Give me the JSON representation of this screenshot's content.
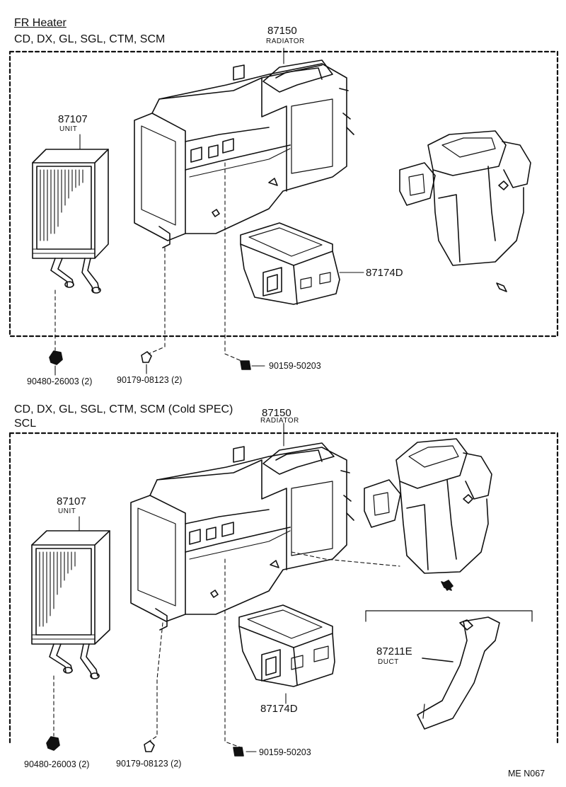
{
  "section1": {
    "title": "FR  Heater",
    "variants": "CD, DX, GL, SGL, CTM, SCM",
    "radiator_num": "87150",
    "radiator_label": "RADIATOR",
    "unit_num": "87107",
    "unit_label": "UNIT",
    "case_num": "87174D",
    "part_a": "90480-26003 (2)",
    "part_b": "90179-08123 (2)",
    "part_c": "90159-50203"
  },
  "section2": {
    "variants_line1": "CD, DX, GL, SGL, CTM, SCM (Cold SPEC)",
    "variants_line2": "SCL",
    "radiator_num": "87150",
    "radiator_label": "RADIATOR",
    "unit_num": "87107",
    "unit_label": "UNIT",
    "case_num": "87174D",
    "duct_num": "87211E",
    "duct_label": "DUCT",
    "part_a": "90480-26003 (2)",
    "part_b": "90179-08123 (2)",
    "part_c": "90159-50203"
  },
  "footer": {
    "code": "ME  N067"
  }
}
